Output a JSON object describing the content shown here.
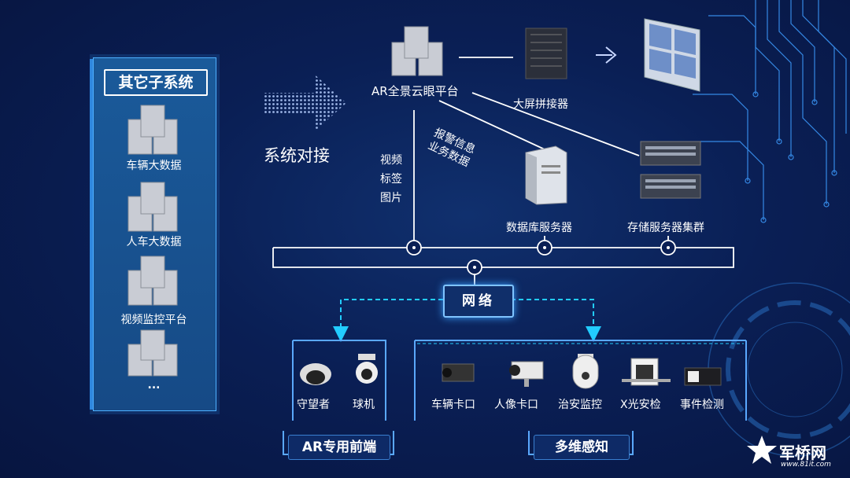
{
  "panel": {
    "title": "其它子系统",
    "items": [
      "车辆大数据",
      "人车大数据",
      "视频监控平台",
      "..."
    ]
  },
  "arrow_label": "系统对接",
  "platform_label": "AR全景云眼平台",
  "splicer_label": "大屏拼接器",
  "db_label": "数据库服务器",
  "storage_label": "存储服务器集群",
  "video_label": [
    "视频",
    "标签",
    "图片"
  ],
  "alarm_label": [
    "报警信息",
    "业务数据"
  ],
  "network_label": "网络",
  "frontend": {
    "title": "AR专用前端",
    "devices": [
      "守望者",
      "球机"
    ]
  },
  "sensing": {
    "title": "多维感知",
    "devices": [
      "车辆卡口",
      "人像卡口",
      "治安监控",
      "X光安检",
      "事件检测"
    ]
  },
  "watermark": {
    "text": "军桥网",
    "url": "www.81it.com"
  },
  "colors": {
    "accent": "#3aa0ff",
    "line": "#ffffff",
    "cyan": "#22ccff"
  }
}
